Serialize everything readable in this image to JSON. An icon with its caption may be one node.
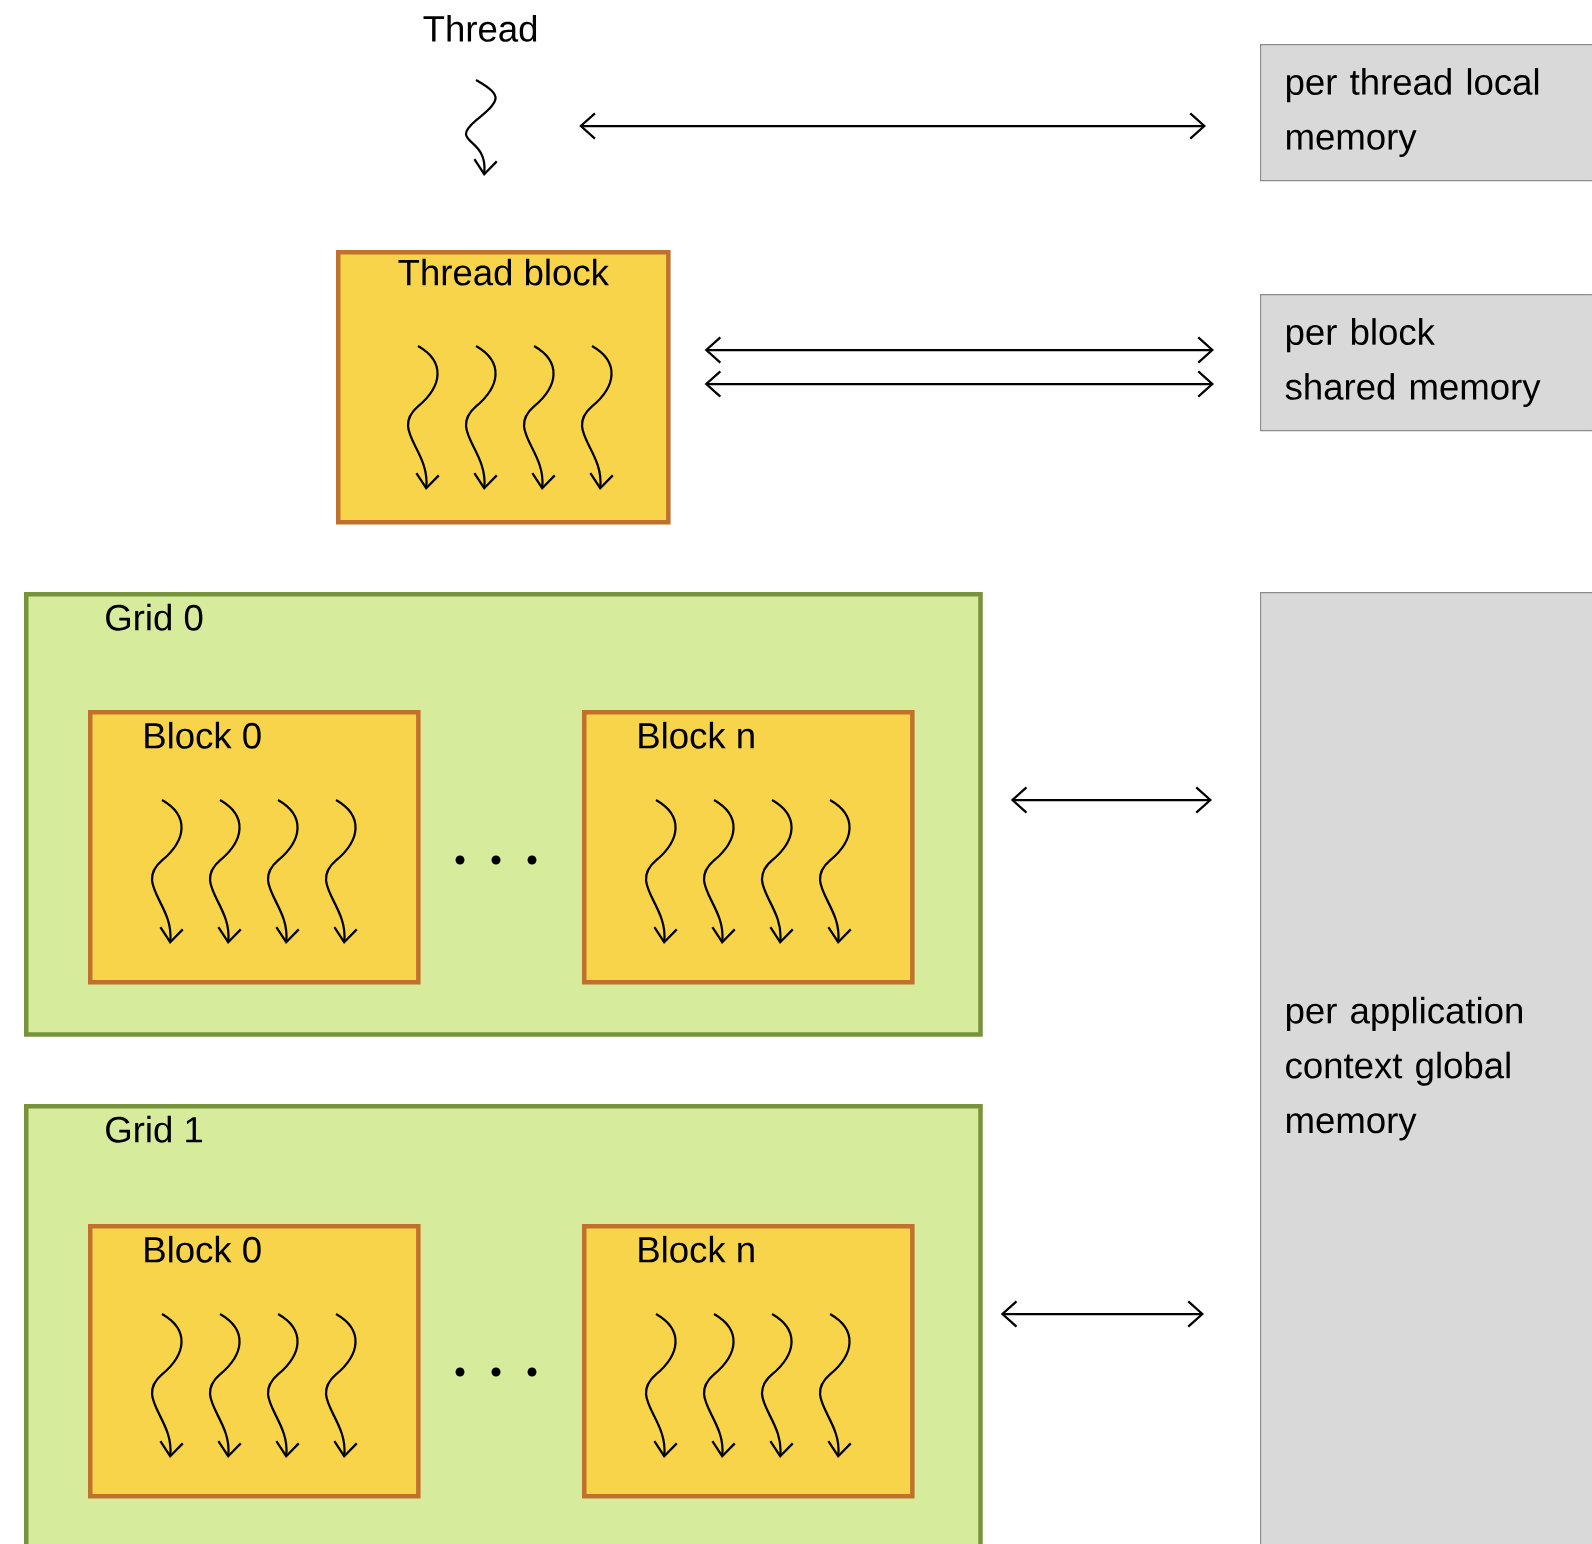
{
  "diagram": {
    "nodes": [
      {
        "text": [
          "Thread"
        ]
      },
      {
        "text": [
          "per thread local memory"
        ]
      },
      {
        "text": [
          "Thread block"
        ]
      },
      {
        "text": [
          "per block shared memory"
        ]
      },
      {
        "text": [
          "Grid 0"
        ]
      },
      {
        "text": [
          "Block 0"
        ],
        "in": 4
      },
      {
        "text": [
          "Block n"
        ],
        "in": 4
      },
      {
        "text": [
          "Grid 1"
        ]
      },
      {
        "text": [
          "Block 0"
        ],
        "in": 7
      },
      {
        "text": [
          "Block n"
        ],
        "in": 7
      },
      {
        "text": [
          "per application context global memory"
        ]
      }
    ],
    "edges": [
      {
        "from": 0,
        "to": 1,
        "arrow": "both"
      },
      {
        "from": 2,
        "to": 3,
        "arrow": "both"
      },
      {
        "from": 2,
        "to": 3,
        "arrow": "both"
      },
      {
        "from": 4,
        "to": 10,
        "arrow": "both"
      },
      {
        "from": 7,
        "to": 10,
        "arrow": "both"
      }
    ]
  }
}
